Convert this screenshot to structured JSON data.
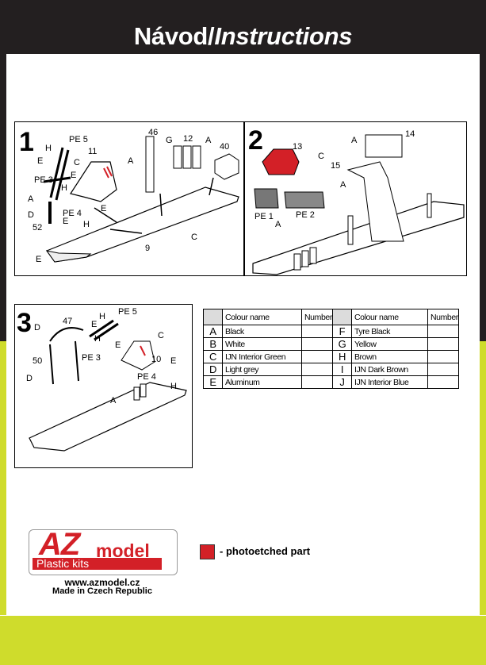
{
  "header": {
    "title_plain": "Návod/",
    "title_italic": "Instructions"
  },
  "steps": [
    {
      "number": "1",
      "labels": [
        "PE 5",
        "H",
        "E",
        "C",
        "11",
        "PE 3",
        "E",
        "A",
        "H",
        "D",
        "PE 4",
        "E",
        "H",
        "E",
        "52",
        "E",
        "9",
        "46",
        "A",
        "G",
        "12",
        "A",
        "40",
        "C"
      ]
    },
    {
      "number": "2",
      "labels": [
        "13",
        "C",
        "PE 1",
        "PE 2",
        "A",
        "A",
        "14",
        "15",
        "A"
      ]
    },
    {
      "number": "3",
      "labels": [
        "PE 5",
        "H",
        "E",
        "47",
        "D",
        "H",
        "E",
        "C",
        "50",
        "PE 3",
        "10",
        "E",
        "D",
        "PE 4",
        "H",
        "A"
      ]
    }
  ],
  "colour_table": {
    "header": {
      "name": "Colour name",
      "number": "Number"
    },
    "left": [
      {
        "letter": "A",
        "name": "Black"
      },
      {
        "letter": "B",
        "name": "White"
      },
      {
        "letter": "C",
        "name": "IJN Interior Green"
      },
      {
        "letter": "D",
        "name": "Light grey"
      },
      {
        "letter": "E",
        "name": "Aluminum"
      }
    ],
    "right": [
      {
        "letter": "F",
        "name": "Tyre Black"
      },
      {
        "letter": "G",
        "name": "Yellow"
      },
      {
        "letter": "H",
        "name": "Brown"
      },
      {
        "letter": "I",
        "name": "IJN Dark Brown"
      },
      {
        "letter": "J",
        "name": "IJN Interior Blue"
      }
    ]
  },
  "logo": {
    "az": "AZ",
    "model": "model",
    "plastic": "Plastic kits"
  },
  "footer": {
    "website": "www.azmodel.cz",
    "made": "Made in Czech Republic"
  },
  "legend": {
    "text": "- photoetched part",
    "color": "#d32027"
  },
  "colors": {
    "dark": "#231f20",
    "lime": "#cfdc2c",
    "red": "#d32027"
  }
}
